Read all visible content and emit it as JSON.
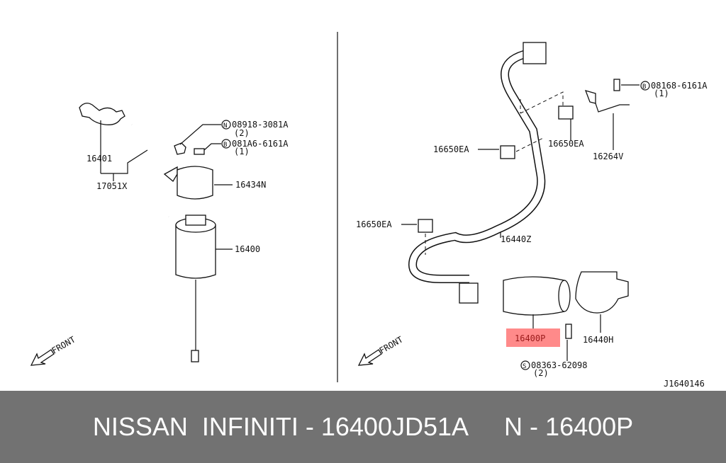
{
  "diagram": {
    "labels": {
      "p16401": "16401",
      "p17051x": "17051X",
      "n08918": "08918-3081A",
      "n08918_qty": "(2)",
      "b081a6": "081A6-6161A",
      "b081a6_qty": "(1)",
      "p16434n": "16434N",
      "p16400": "16400",
      "front_left": "FRONT",
      "b08168": "08168-6161A",
      "b08168_qty": "(1)",
      "p16650ea_a": "16650EA",
      "p16650ea_b": "16650EA",
      "p16650ea_c": "16650EA",
      "p16264v": "16264V",
      "p16440z": "16440Z",
      "p16400p": "16400P",
      "p16440h": "16440H",
      "s08363": "08363-62098",
      "s08363_qty": "(2)",
      "front_right": "FRONT",
      "drawing_id": "J1640146",
      "circle_n": "N",
      "circle_b1": "B",
      "circle_b2": "B",
      "circle_s": "S"
    },
    "highlight_color": "#ff8a8a"
  },
  "banner": {
    "brand": "NISSAN  INFINITI",
    "sep1": " - ",
    "part_number": "16400JD51A",
    "gap": "     ",
    "ref_prefix": "N",
    "sep2": " - ",
    "ref_number": "16400P"
  }
}
